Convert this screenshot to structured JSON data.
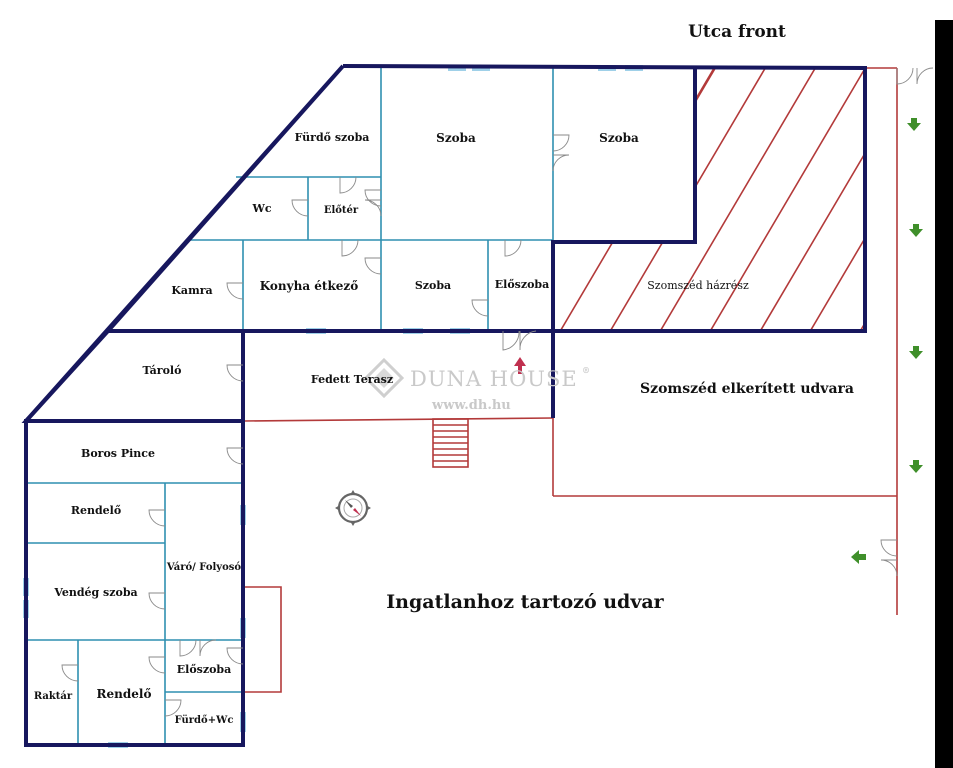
{
  "street_front": "Utca front",
  "yard_label": "Ingatlanhoz tartozó udvar",
  "neighbor_yard_label": "Szomszéd elkerített udvara",
  "neighbor_part_label": "Szomszéd házrész",
  "watermark": {
    "brand": "DUNA HOUSE",
    "registered_mark": "®",
    "url": "www.dh.hu"
  },
  "rooms": {
    "furdoszoba": "Fürdő szoba",
    "szoba_top_1": "Szoba",
    "szoba_top_2": "Szoba",
    "wc": "Wc",
    "eloter": "Előtér",
    "kamra": "Kamra",
    "konyha": "Konyha étkező",
    "szoba_mid": "Szoba",
    "eloszoba_top": "Előszoba",
    "tarolo": "Tároló",
    "fedett_terasz": "Fedett Terasz",
    "boros_pince": "Boros Pince",
    "rendelo_1": "Rendelő",
    "varo_folyoso": "Váró/ Folyosó",
    "vendeg_szoba": "Vendég szoba",
    "eloszoba_bottom": "Előszoba",
    "raktar": "Raktár",
    "rendelo_2": "Rendelő",
    "furdo_wc": "Fürdő+Wc"
  },
  "colors": {
    "outer_wall": "#17175e",
    "inner_wall": "#2f8fb0",
    "boundary": "#b33a3a",
    "window": "#9fd0e8",
    "arrow_green": "#3f8f2a",
    "arrow_red": "#c0304f",
    "watermark": "#c9c9c9"
  },
  "icons": [
    "compass-icon",
    "entrance-arrow-icon",
    "direction-arrow-icon"
  ]
}
